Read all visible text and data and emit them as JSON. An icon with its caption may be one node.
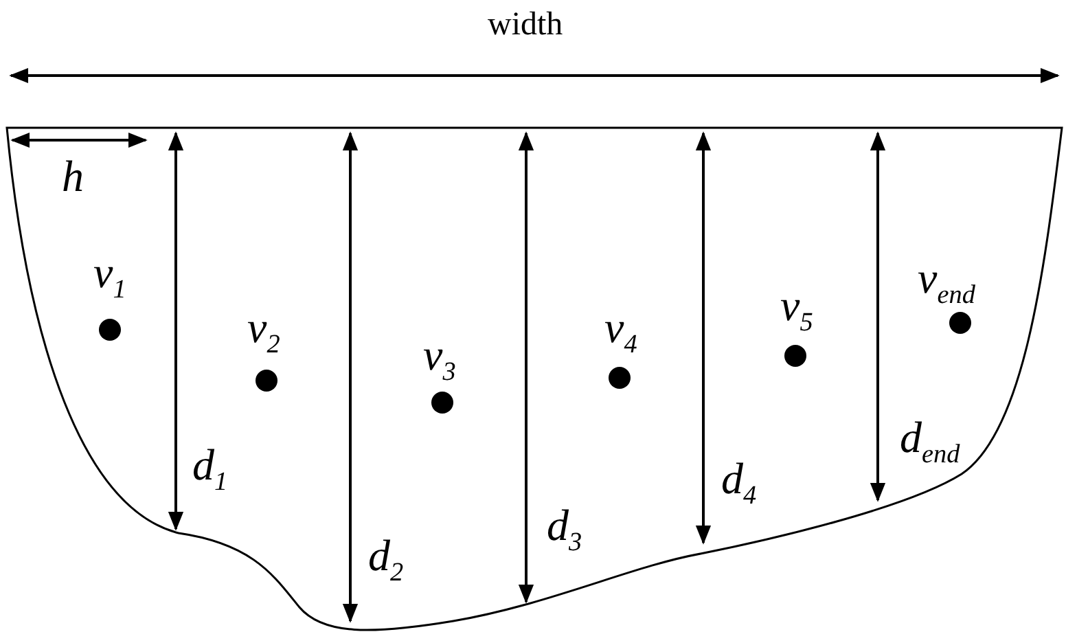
{
  "diagram": {
    "labels": [
      "width",
      "h",
      "v$_{1}$",
      "v$_{end}$",
      "v$_{2}$",
      "v$_{5}$",
      "v$_{3}$",
      "v$_{4}$",
      "d$_{end}$",
      "d$_{1}$",
      "d$_{4}$",
      "d$_{3}$",
      "d$_{2}$"
    ]
  }
}
